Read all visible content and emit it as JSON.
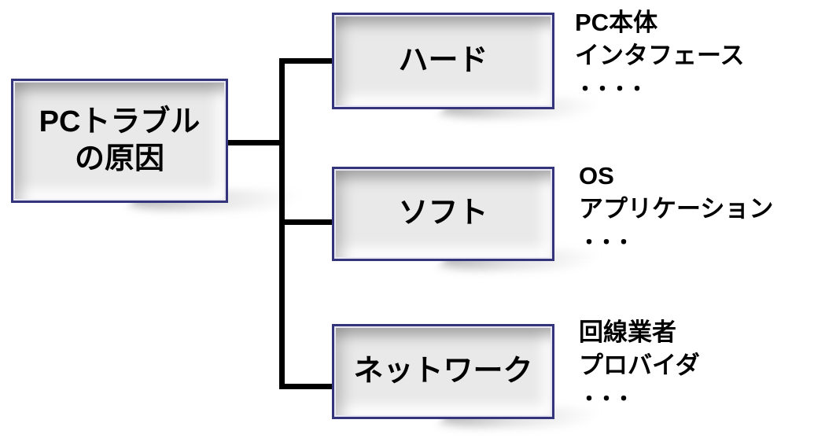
{
  "diagram": {
    "title_box": {
      "lines": [
        "PCトラブル",
        "の原因"
      ]
    },
    "branches": [
      {
        "label": "ハード",
        "notes": [
          "PC本体",
          "インタフェース",
          "・・・・"
        ]
      },
      {
        "label": "ソフト",
        "notes": [
          "OS",
          "アプリケーション",
          "・・・"
        ]
      },
      {
        "label": "ネットワーク",
        "notes": [
          "回線業者",
          "プロバイダ",
          "・・・"
        ]
      }
    ],
    "colors": {
      "box_border": "#34347a",
      "box_fill": "#e9e9e9",
      "connector": "#000000",
      "text": "#000000",
      "background": "#ffffff",
      "shadow": "#9a9a9a"
    }
  }
}
